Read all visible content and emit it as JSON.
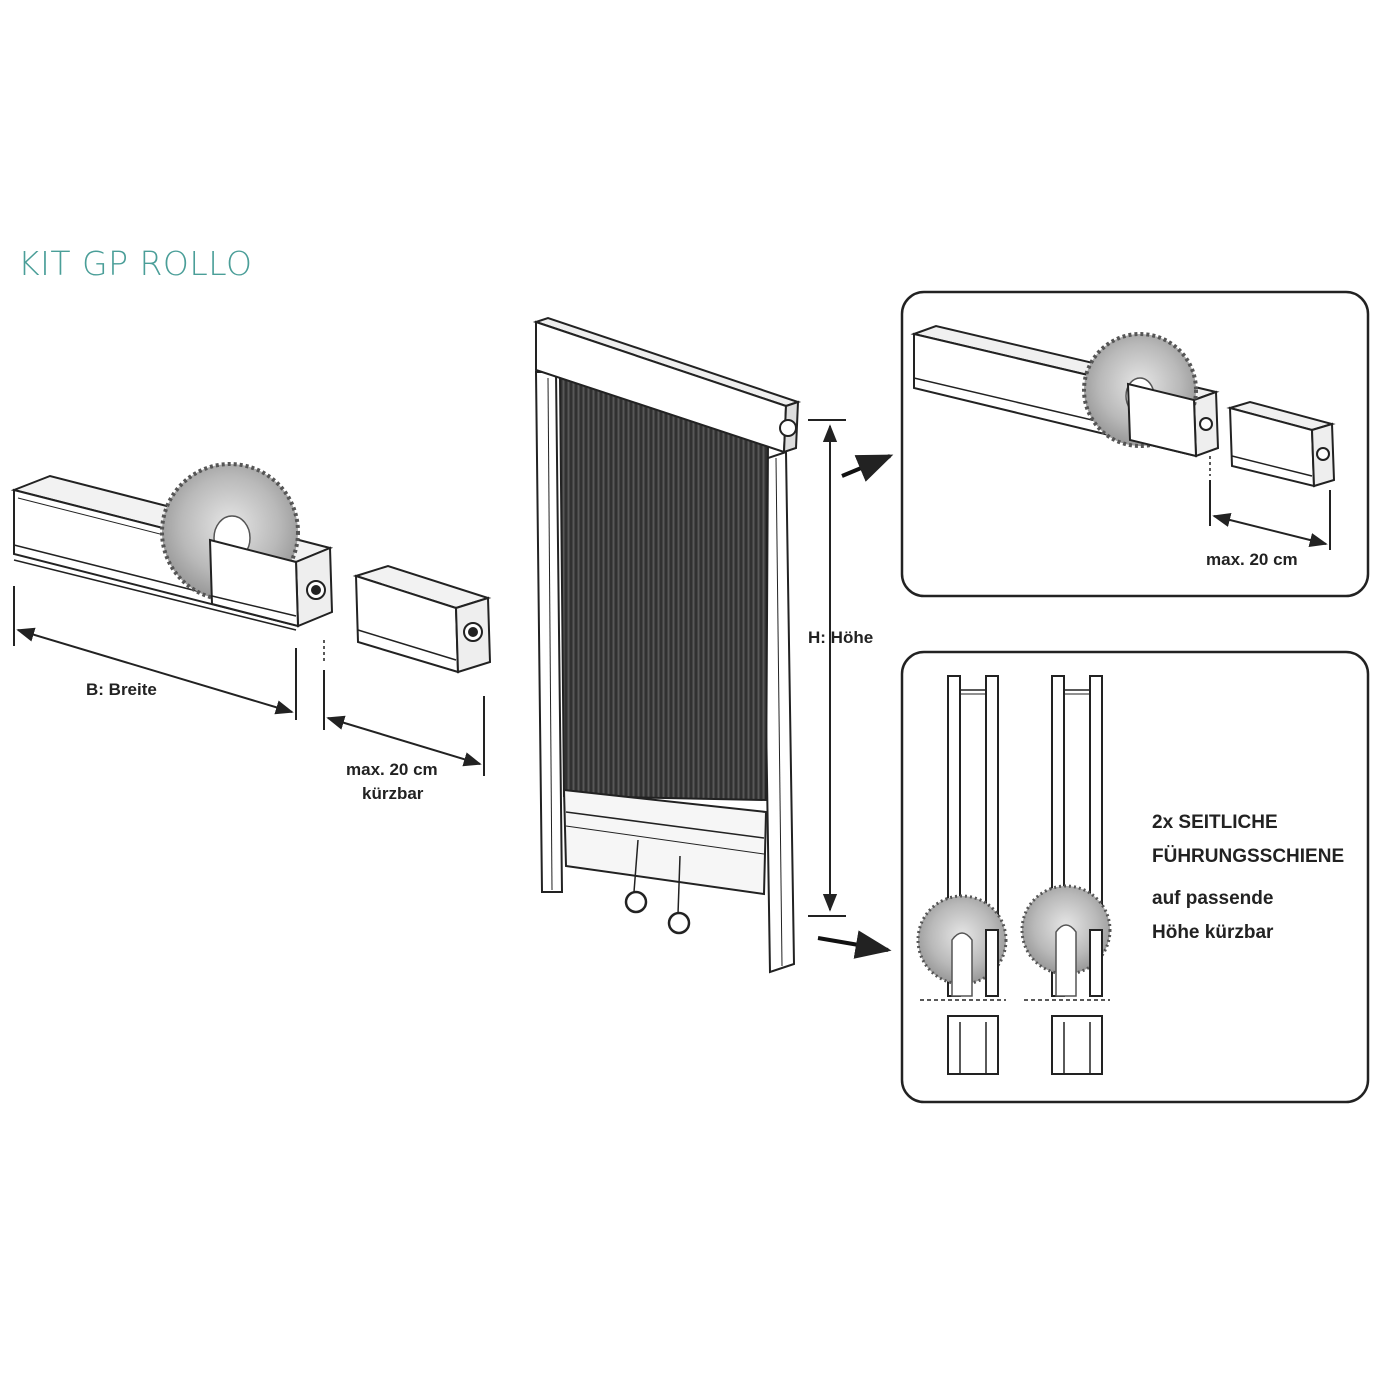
{
  "title": "KIT GP ROLLO",
  "colors": {
    "title": "#4a9e98",
    "line": "#222222",
    "blade": "#bdbdbd",
    "mesh": "#3a3a3a"
  },
  "labels": {
    "width": "B: Breite",
    "left_cut": "max. 20 cm",
    "left_cut_note": "kürzbar",
    "height": "H: Höhe",
    "top_cut": "max. 20 cm",
    "rails_line1": "2x SEITLICHE",
    "rails_line2": "FÜHRUNGSSCHIENE",
    "rails_line3": "auf passende",
    "rails_line4": "Höhe kürzbar"
  },
  "icons": [
    "saw-blade-icon",
    "arrow-right-icon"
  ]
}
